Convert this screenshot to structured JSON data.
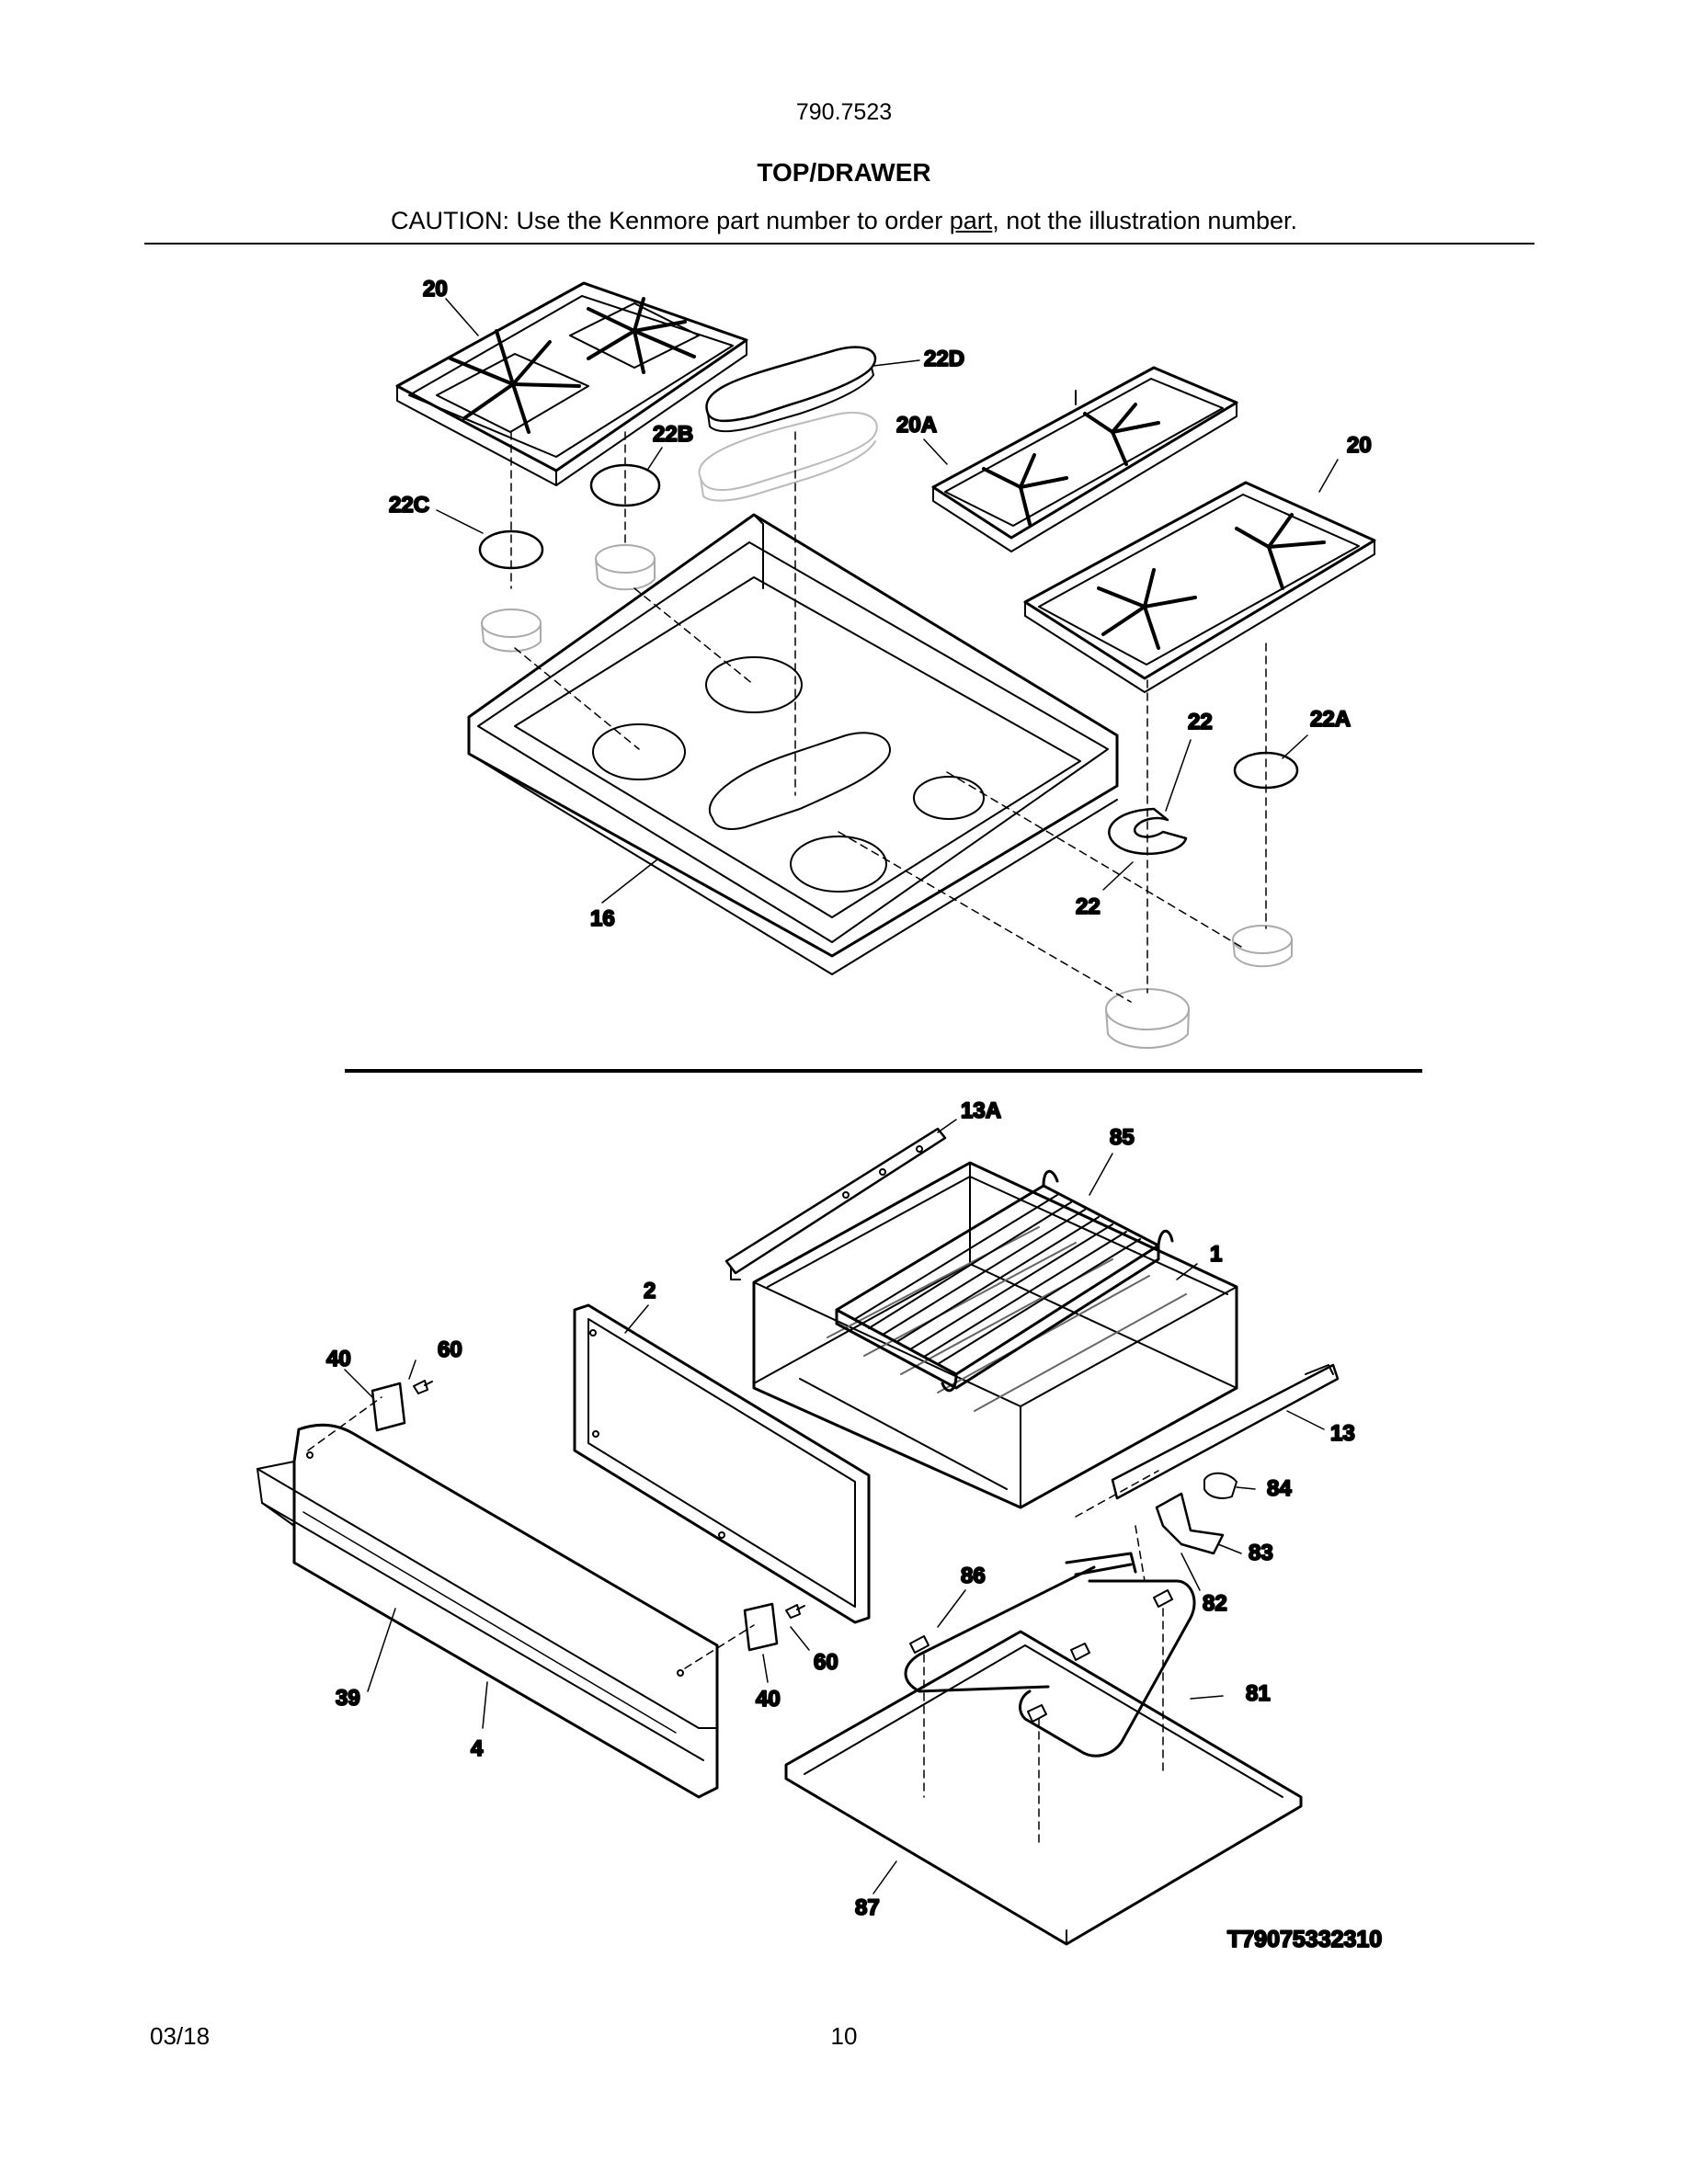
{
  "header": {
    "model": "790.7523",
    "title": "TOP/DRAWER",
    "caution_pre": "CAUTION: Use the Kenmore part number to order ",
    "caution_link": "part",
    "caution_post": ", not the illustration number."
  },
  "callouts": {
    "c20_left": "20",
    "c22D": "22D",
    "c22B": "22B",
    "c20A": "20A",
    "c20_right": "20",
    "c22C": "22C",
    "c22_top": "22",
    "c22A": "22A",
    "c22_bottom": "22",
    "c16": "16",
    "c13A": "13A",
    "c85": "85",
    "c1": "1",
    "c2": "2",
    "c60_top": "60",
    "c40_top": "40",
    "c13": "13",
    "c84": "84",
    "c83": "83",
    "c82": "82",
    "c86": "86",
    "c81": "81",
    "c60_bottom": "60",
    "c40_bottom": "40",
    "c39": "39",
    "c4": "4",
    "c87": "87"
  },
  "drawing_number": "T79075332310",
  "footer": {
    "date": "03/18",
    "page": "10"
  }
}
